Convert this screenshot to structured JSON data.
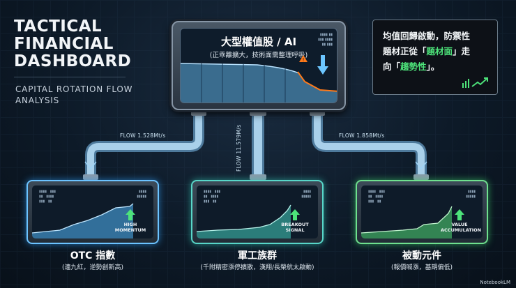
{
  "header": {
    "title": "TACTICAL FINANCIAL DASHBOARD",
    "subtitle": "CAPITAL ROTATION FLOW ANALYSIS"
  },
  "main_panel": {
    "title": "大型權值股 / AI",
    "subtitle": "(正乖離擴大，技術面需整理呼吸)",
    "warning_icon": "warning-triangle-icon",
    "arrow_icon": "down-arrow-icon"
  },
  "callout": {
    "line1": "均值回歸啟動，防禦性",
    "line2_prefix": "題材正從「",
    "line2_highlight": "題材面",
    "line2_suffix": "」走",
    "line3_prefix": "向「",
    "line3_highlight": "趨勢性",
    "line3_suffix": "」。",
    "icon": "trend-up-icon"
  },
  "flows": {
    "left": "FLOW 1.528Mt/s",
    "middle": "FLOW 11.579M/s",
    "right": "FLOW 1.858Mt/s"
  },
  "panels": [
    {
      "label": "OTC 指數",
      "desc": "(連九紅，逆勢創新高)",
      "badge": "HIGH MOMENTUM",
      "color": "#5ec0ff"
    },
    {
      "label": "軍工族群",
      "desc": "(千附精密漲停擴散，漢翔/長榮航太啟動)",
      "badge": "BREAKOUT SIGNAL",
      "color": "#4fd3c3"
    },
    {
      "label": "被動元件",
      "desc": "(報價喊漲，基期偏低)",
      "badge": "VALUE ACCUMULATION",
      "color": "#63dd86"
    }
  ],
  "watermark": "NotebookLM",
  "colors": {
    "accent_green": "#4de37a",
    "accent_blue": "#5ec0ff",
    "warning": "#ff7a1a"
  }
}
